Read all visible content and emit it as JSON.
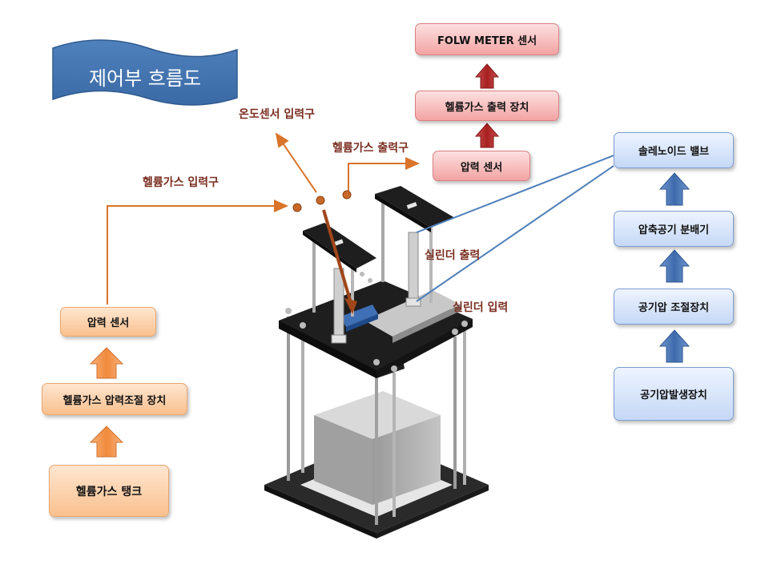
{
  "title": "제어부 흐름도",
  "left_chain": {
    "tank": "헬륨가스 탱크",
    "regulator": "헬륨가스 압력조절 장치",
    "sensor": "압력 센서"
  },
  "top_chain": {
    "flow_meter": "FOLW METER 센서",
    "output_device": "헬륨가스 출력 장치",
    "sensor": "압력 센서"
  },
  "right_chain": {
    "solenoid": "솔레노이드 밸브",
    "distributor": "압축공기 분배기",
    "regulator": "공기압 조절장치",
    "generator": "공기압발생장치"
  },
  "labels": {
    "temp_inlet": "온도센서 입력구",
    "helium_outlet": "헬륨가스 출력구",
    "helium_inlet": "헬륨가스 입력구",
    "cylinder_out": "실린더 출력",
    "cylinder_in": "실린더 입력"
  }
}
